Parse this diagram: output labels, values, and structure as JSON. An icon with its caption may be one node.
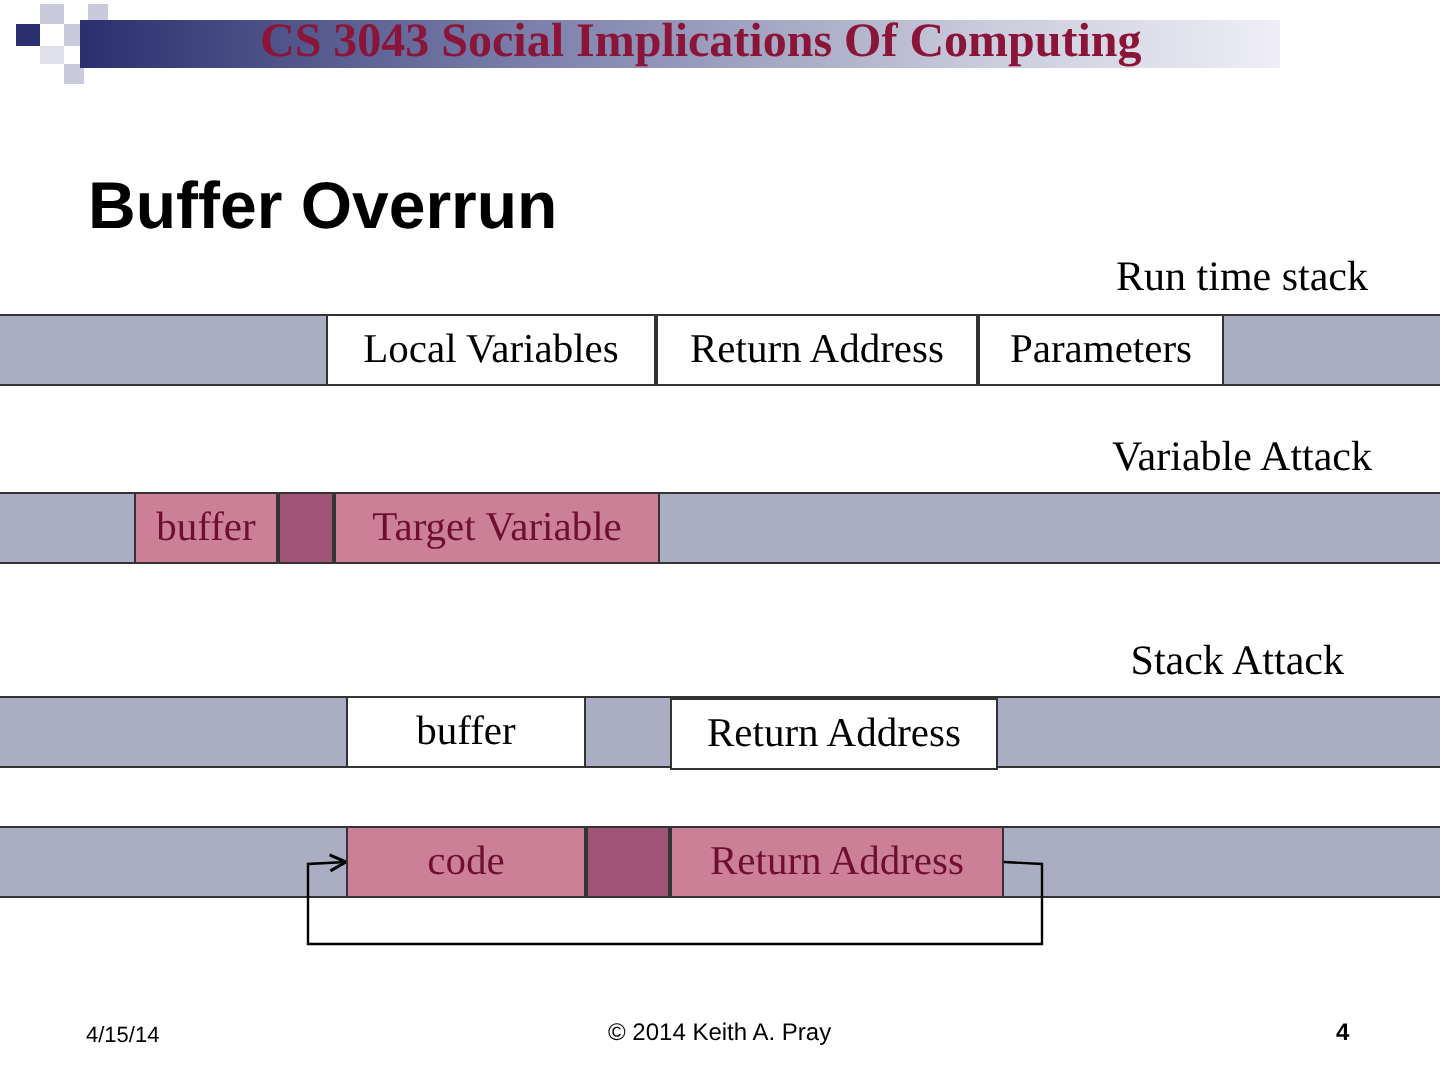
{
  "diagram": {
    "title": "Buffer Overrun",
    "nodes": [
      {
        "text": [
          "Local Variables"
        ]
      },
      {
        "text": [
          "Return Address"
        ]
      },
      {
        "text": [
          "Parameters"
        ]
      },
      {
        "text": [
          "buffer"
        ]
      },
      {
        "text": [],
        "shape": "box"
      },
      {
        "text": [
          "Target Variable"
        ]
      },
      {
        "text": [
          "buffer"
        ]
      },
      {
        "text": [
          "Return Address"
        ]
      },
      {
        "text": [
          "code"
        ]
      },
      {
        "text": [],
        "shape": "box"
      },
      {
        "text": [
          "Return Address"
        ]
      }
    ],
    "edges": [
      {
        "from": 10,
        "to": 8,
        "arrow": "to"
      }
    ],
    "labels": [
      "CS 3043 Social Implications Of Computing",
      "Run time stack",
      "Variable Attack",
      "Stack Attack",
      "4/15/14",
      "© 2014 Keith A. Pray",
      "4"
    ]
  }
}
